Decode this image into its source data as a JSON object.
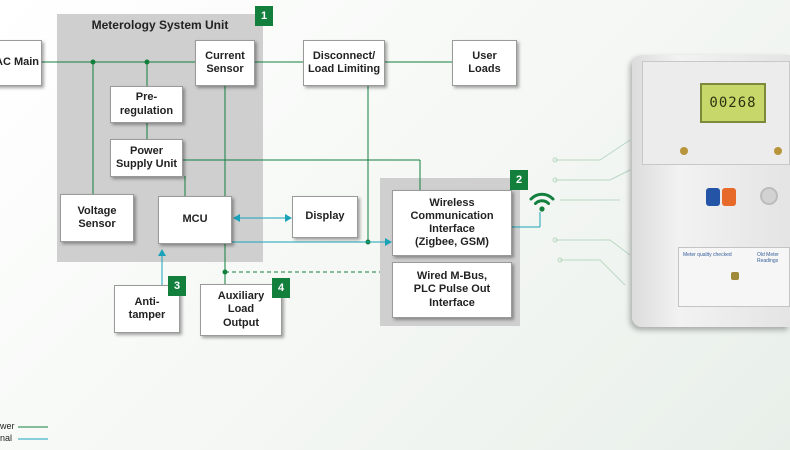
{
  "regions": {
    "meterology_title": "Meterology System Unit"
  },
  "blocks": {
    "ac_main": "AC Main",
    "current_sensor": "Current\nSensor",
    "disconnect": "Disconnect/\nLoad Limiting",
    "user_loads": "User\nLoads",
    "pre_regulation": "Pre-\nregulation",
    "power_supply": "Power\nSupply Unit",
    "voltage_sensor": "Voltage\nSensor",
    "mcu": "MCU",
    "display": "Display",
    "wireless": "Wireless\nCommunication\nInterface\n(Zigbee, GSM)",
    "wired": "Wired M-Bus,\nPLC Pulse Out\nInterface",
    "anti_tamper": "Anti-\ntamper",
    "aux_load": "Auxiliary\nLoad\nOutput"
  },
  "badges": [
    "1",
    "2",
    "3",
    "4"
  ],
  "legend": {
    "power": "wer",
    "signal": "nal"
  },
  "meter": {
    "display_value": "00268",
    "label_left": "Meter quality checked",
    "label_right": "Old Meter Readings"
  },
  "colors": {
    "power_line": "#127f3d",
    "signal_line": "#1aa3b8",
    "badge": "#127f3d",
    "region": "#cfcfcf"
  }
}
